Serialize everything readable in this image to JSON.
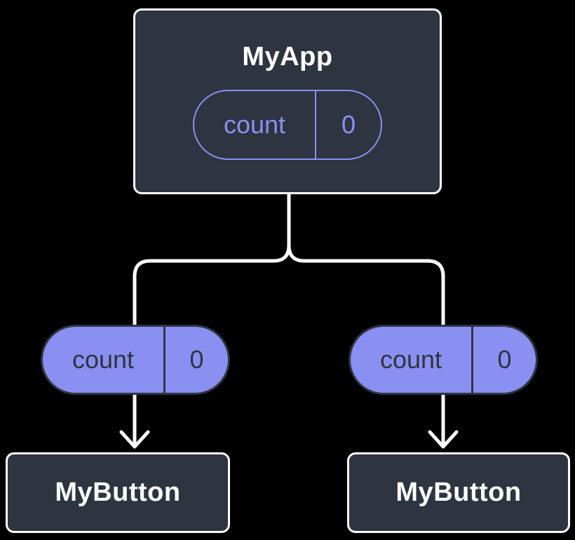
{
  "diagram": {
    "type": "component-state-tree",
    "background": "#000000",
    "colors": {
      "node_fill": "#2E3440",
      "node_border": "#FFFFFF",
      "node_text": "#FFFFFF",
      "accent_purple": "#8A90F2",
      "pill_dark_text": "#2F3440",
      "connector": "#FFFFFF"
    },
    "root_node": {
      "title": "MyApp",
      "state_pill": {
        "label": "count",
        "value": "0"
      }
    },
    "prop_pills": [
      {
        "label": "count",
        "value": "0"
      },
      {
        "label": "count",
        "value": "0"
      }
    ],
    "child_nodes": [
      {
        "title": "MyButton"
      },
      {
        "title": "MyButton"
      }
    ]
  }
}
